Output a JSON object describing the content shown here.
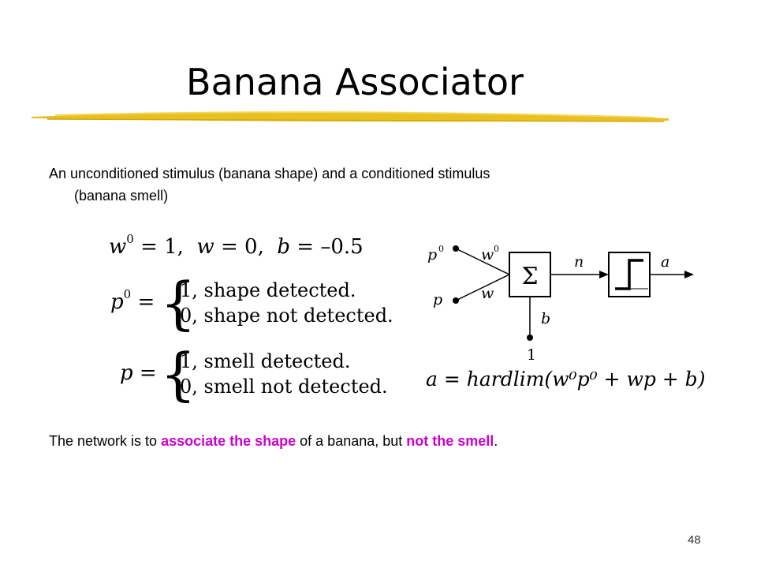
{
  "slide": {
    "title": "Banana Associator",
    "intro_line1": "An unconditioned stimulus (banana shape) and a conditioned stimulus",
    "intro_line2": "(banana smell)",
    "conclusion": {
      "before": "The network is to ",
      "highlight1": "associate the shape",
      "middle": " of a banana, but ",
      "highlight2": "not the smell",
      "after": "."
    },
    "page_number": "48"
  },
  "equations": {
    "weights": {
      "w0_sym": "w",
      "w0_sup": "0",
      "w0_val": " = 1,  ",
      "w_sym": "w",
      "w_val": " = 0,  ",
      "b_sym": "b",
      "b_val": " = –0.5"
    },
    "p0_def": {
      "lhs_sym": "p",
      "lhs_sup": "0",
      "eq": " =",
      "case1": "1,  shape detected.",
      "case2": "0,  shape not detected."
    },
    "p_def": {
      "lhs_sym": "p",
      "eq": " =",
      "case1": "1,  smell detected.",
      "case2": "0,  smell not detected."
    },
    "output": "a = hardlim(w⁰p⁰ + wp + b)"
  },
  "diagram": {
    "input_p0": "p",
    "input_p0_sup": "0",
    "weight_w0": "w",
    "weight_w0_sup": "0",
    "input_p": "p",
    "weight_w": "w",
    "sum_symbol": "Σ",
    "net_label": "n",
    "output_label": "a",
    "bias_label": "b",
    "bias_input": "1"
  },
  "colors": {
    "highlight": "#cc00cc",
    "underline": "#e8c020"
  }
}
